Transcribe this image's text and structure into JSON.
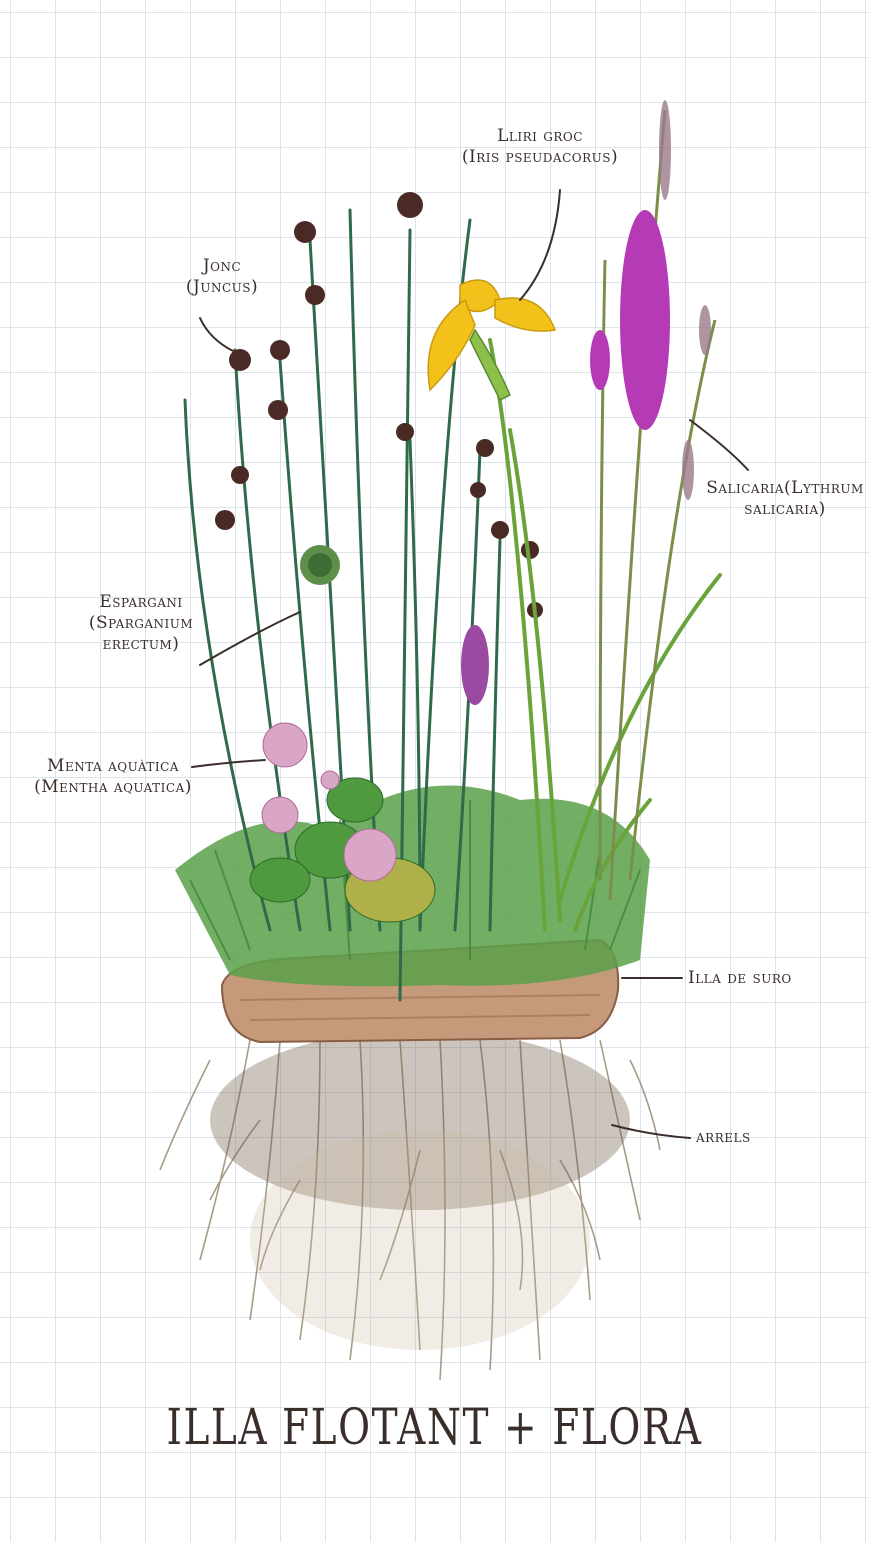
{
  "title": "ILLA FLOTANT + FLORA",
  "labels": {
    "jonc": {
      "line1": "Jonc",
      "line2": "(Juncus)"
    },
    "lliri": {
      "line1": "Lliri groc",
      "line2": "(Iris pseudacorus)"
    },
    "salicaria": {
      "line1": "Salicaria(Lythrum",
      "line2": "salicaria)"
    },
    "espargani": {
      "line1": "Espargani",
      "line2": "(Sparganium",
      "line3": "erectum)"
    },
    "menta": {
      "line1": "Menta aquàtica",
      "line2": "(Mentha aquatica)"
    },
    "illa": {
      "line1": "Illa de suro"
    },
    "arrels": {
      "line1": "arrels"
    }
  },
  "colors": {
    "grid": "#dde3ea",
    "text": "#3a2e2a",
    "reed": "#2f6b4a",
    "rush_flower": "#4a2a24",
    "iris": "#f2c21a",
    "loosestrife": "#b53ab5",
    "mint": "#d9a6c8",
    "leaf": "#5a9a3a",
    "cork": "#c49a7a",
    "roots": "#8a7a60"
  }
}
